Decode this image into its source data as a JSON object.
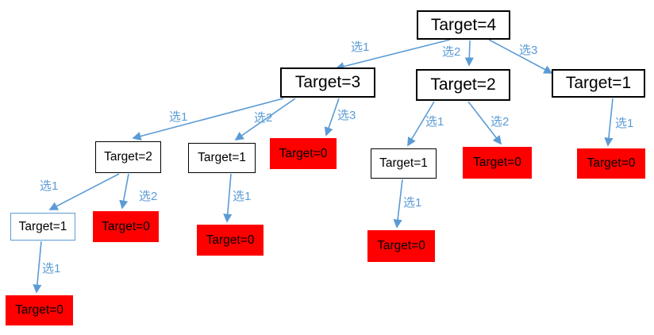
{
  "colors": {
    "edge_blue": "#5b9bd5",
    "leaf_red": "#ff0000",
    "node_border_black": "#000000",
    "special_node_border_blue": "#5b9bd5",
    "text_black": "#000000",
    "background": "#ffffff"
  },
  "nodes": [
    {
      "label": "Target=4",
      "level": 1,
      "type": "branch"
    },
    {
      "label": "Target=3",
      "level": 2,
      "type": "branch"
    },
    {
      "label": "Target=2",
      "level": 2,
      "type": "branch"
    },
    {
      "label": "Target=1",
      "level": 2,
      "type": "branch"
    },
    {
      "label": "Target=2",
      "level": 3,
      "type": "branch"
    },
    {
      "label": "Target=1",
      "level": 3,
      "type": "branch"
    },
    {
      "label": "Target=0",
      "level": 3,
      "type": "leaf"
    },
    {
      "label": "Target=1",
      "level": 3,
      "type": "branch"
    },
    {
      "label": "Target=0",
      "level": 3,
      "type": "leaf"
    },
    {
      "label": "Target=0",
      "level": 3,
      "type": "leaf"
    },
    {
      "label": "Target=1",
      "level": 4,
      "type": "branch-blue-border"
    },
    {
      "label": "Target=0",
      "level": 4,
      "type": "leaf"
    },
    {
      "label": "Target=0",
      "level": 4,
      "type": "leaf"
    },
    {
      "label": "Target=0",
      "level": 4,
      "type": "leaf"
    },
    {
      "label": "Target=0",
      "level": 5,
      "type": "leaf"
    }
  ],
  "edge_labels": [
    {
      "label": "选1"
    },
    {
      "label": "选2"
    },
    {
      "label": "选3"
    },
    {
      "label": "选1"
    },
    {
      "label": "选2"
    },
    {
      "label": "选3"
    },
    {
      "label": "选1"
    },
    {
      "label": "选2"
    },
    {
      "label": "选1"
    },
    {
      "label": "选1"
    },
    {
      "label": "选2"
    },
    {
      "label": "选1"
    },
    {
      "label": "选1"
    },
    {
      "label": "选1"
    }
  ]
}
